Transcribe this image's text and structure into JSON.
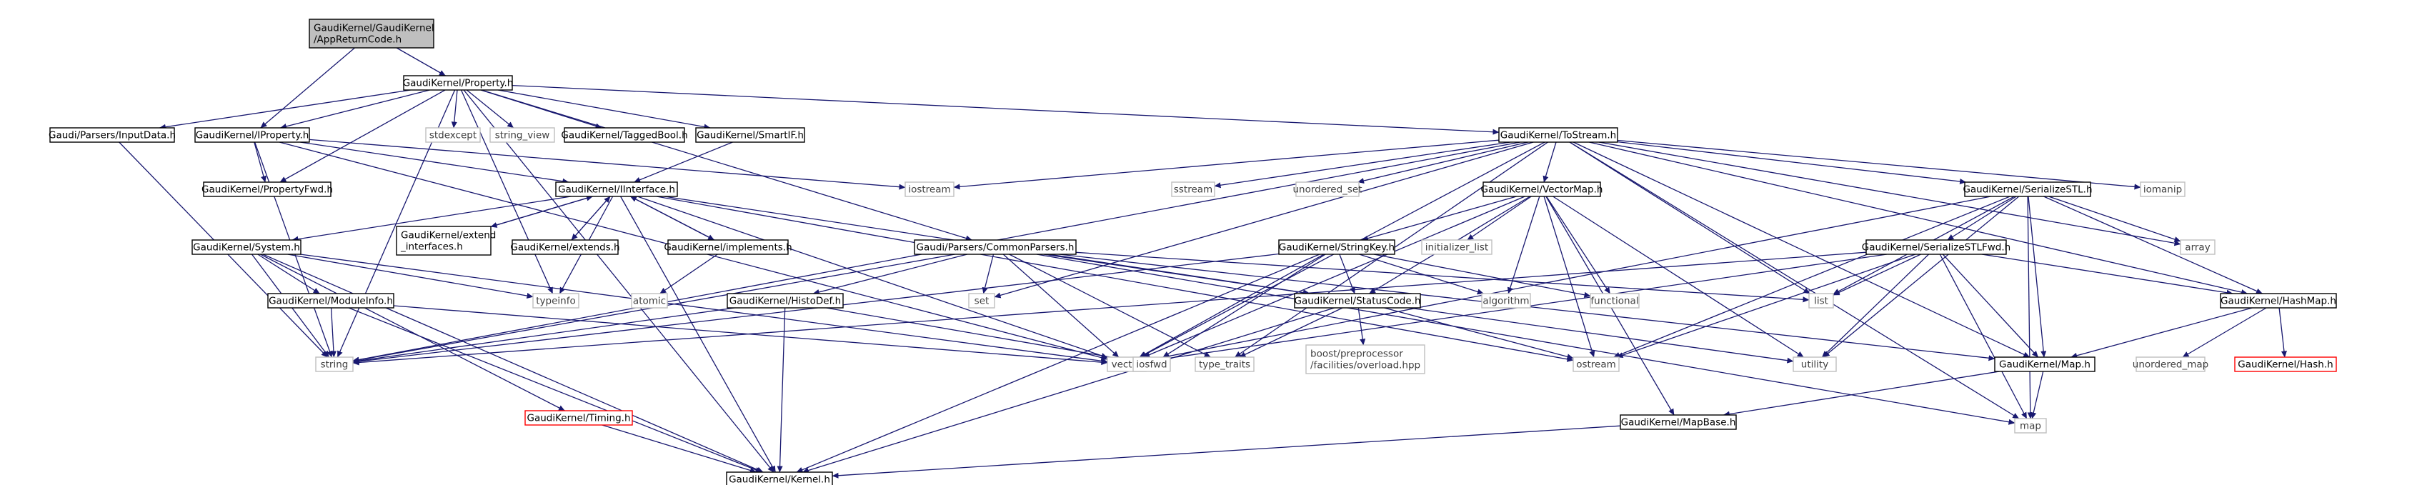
{
  "colors": {
    "edge": "#191970",
    "box_border": "#000000",
    "box_fill": "#ffffff",
    "root_fill": "#bfbfbf",
    "missing_border": "#bfbfbf",
    "missing_text": "#404040",
    "red_border": "#ff0000",
    "text": "#000000"
  },
  "nodes": [
    {
      "id": "apprc",
      "label": "GaudiKernel/GaudiKernel\n/AppReturnCode.h",
      "style": "root"
    },
    {
      "id": "property",
      "label": "GaudiKernel/Property.h",
      "style": "boxed"
    },
    {
      "id": "inputdata",
      "label": "Gaudi/Parsers/InputData.h",
      "style": "boxed"
    },
    {
      "id": "iproperty",
      "label": "GaudiKernel/IProperty.h",
      "style": "boxed"
    },
    {
      "id": "stdexcept",
      "label": "stdexcept",
      "style": "missing"
    },
    {
      "id": "string_view",
      "label": "string_view",
      "style": "missing"
    },
    {
      "id": "taggedbool",
      "label": "GaudiKernel/TaggedBool.h",
      "style": "boxed"
    },
    {
      "id": "smartif",
      "label": "GaudiKernel/SmartIF.h",
      "style": "boxed"
    },
    {
      "id": "tostream",
      "label": "GaudiKernel/ToStream.h",
      "style": "boxed"
    },
    {
      "id": "propertyfwd",
      "label": "GaudiKernel/PropertyFwd.h",
      "style": "boxed"
    },
    {
      "id": "iinterface",
      "label": "GaudiKernel/IInterface.h",
      "style": "boxed"
    },
    {
      "id": "iostream",
      "label": "iostream",
      "style": "missing"
    },
    {
      "id": "sstream",
      "label": "sstream",
      "style": "missing"
    },
    {
      "id": "unordered_set",
      "label": "unordered_set",
      "style": "missing"
    },
    {
      "id": "vectormap",
      "label": "GaudiKernel/VectorMap.h",
      "style": "boxed"
    },
    {
      "id": "serializestl",
      "label": "GaudiKernel/SerializeSTL.h",
      "style": "boxed"
    },
    {
      "id": "iomanip",
      "label": "iomanip",
      "style": "missing"
    },
    {
      "id": "system",
      "label": "GaudiKernel/System.h",
      "style": "boxed"
    },
    {
      "id": "extend_interfaces",
      "label": "GaudiKernel/extend\n_interfaces.h",
      "style": "boxed"
    },
    {
      "id": "extends",
      "label": "GaudiKernel/extends.h",
      "style": "boxed"
    },
    {
      "id": "implements",
      "label": "GaudiKernel/implements.h",
      "style": "boxed"
    },
    {
      "id": "commonparsers",
      "label": "Gaudi/Parsers/CommonParsers.h",
      "style": "boxed"
    },
    {
      "id": "stringkey",
      "label": "GaudiKernel/StringKey.h",
      "style": "boxed"
    },
    {
      "id": "initializer_list",
      "label": "initializer_list",
      "style": "missing"
    },
    {
      "id": "serializestlfwd",
      "label": "GaudiKernel/SerializeSTLFwd.h",
      "style": "boxed"
    },
    {
      "id": "array",
      "label": "array",
      "style": "missing"
    },
    {
      "id": "moduleinfo",
      "label": "GaudiKernel/ModuleInfo.h",
      "style": "boxed"
    },
    {
      "id": "typeinfo",
      "label": "typeinfo",
      "style": "missing"
    },
    {
      "id": "atomic",
      "label": "atomic",
      "style": "missing"
    },
    {
      "id": "histodef",
      "label": "GaudiKernel/HistoDef.h",
      "style": "boxed"
    },
    {
      "id": "set",
      "label": "set",
      "style": "missing"
    },
    {
      "id": "statuscode",
      "label": "GaudiKernel/StatusCode.h",
      "style": "boxed"
    },
    {
      "id": "algorithm",
      "label": "algorithm",
      "style": "missing"
    },
    {
      "id": "functional",
      "label": "functional",
      "style": "missing"
    },
    {
      "id": "list",
      "label": "list",
      "style": "missing"
    },
    {
      "id": "hashmap",
      "label": "GaudiKernel/HashMap.h",
      "style": "boxed"
    },
    {
      "id": "string",
      "label": "string",
      "style": "missing"
    },
    {
      "id": "vector",
      "label": "vector",
      "style": "missing"
    },
    {
      "id": "iosfwd",
      "label": "iosfwd",
      "style": "missing"
    },
    {
      "id": "type_traits",
      "label": "type_traits",
      "style": "missing"
    },
    {
      "id": "boostpp",
      "label": "boost/preprocessor\n/facilities/overload.hpp",
      "style": "missing"
    },
    {
      "id": "ostream",
      "label": "ostream",
      "style": "missing"
    },
    {
      "id": "utility",
      "label": "utility",
      "style": "missing"
    },
    {
      "id": "mapheader",
      "label": "GaudiKernel/Map.h",
      "style": "boxed"
    },
    {
      "id": "unordered_map",
      "label": "unordered_map",
      "style": "missing"
    },
    {
      "id": "hash",
      "label": "GaudiKernel/Hash.h",
      "style": "red"
    },
    {
      "id": "timing",
      "label": "GaudiKernel/Timing.h",
      "style": "red"
    },
    {
      "id": "map",
      "label": "map",
      "style": "missing"
    },
    {
      "id": "mapbase",
      "label": "GaudiKernel/MapBase.h",
      "style": "boxed"
    },
    {
      "id": "kernel",
      "label": "GaudiKernel/Kernel.h",
      "style": "boxed"
    }
  ],
  "edges": [
    [
      "apprc",
      "property"
    ],
    [
      "apprc",
      "iproperty"
    ],
    [
      "property",
      "inputdata"
    ],
    [
      "property",
      "iproperty"
    ],
    [
      "property",
      "stdexcept"
    ],
    [
      "property",
      "string_view"
    ],
    [
      "property",
      "taggedbool"
    ],
    [
      "property",
      "smartif"
    ],
    [
      "property",
      "tostream"
    ],
    [
      "property",
      "propertyfwd"
    ],
    [
      "property",
      "commonparsers"
    ],
    [
      "property",
      "string"
    ],
    [
      "property",
      "typeinfo"
    ],
    [
      "property",
      "kernel"
    ],
    [
      "inputdata",
      "string"
    ],
    [
      "iproperty",
      "propertyfwd"
    ],
    [
      "iproperty",
      "iinterface"
    ],
    [
      "iproperty",
      "iostream"
    ],
    [
      "iproperty",
      "string"
    ],
    [
      "iproperty",
      "vector"
    ],
    [
      "smartif",
      "iinterface"
    ],
    [
      "tostream",
      "iostream"
    ],
    [
      "tostream",
      "sstream"
    ],
    [
      "tostream",
      "unordered_set"
    ],
    [
      "tostream",
      "vectormap"
    ],
    [
      "tostream",
      "serializestl"
    ],
    [
      "tostream",
      "iomanip"
    ],
    [
      "tostream",
      "array"
    ],
    [
      "tostream",
      "set"
    ],
    [
      "tostream",
      "list"
    ],
    [
      "tostream",
      "hashmap"
    ],
    [
      "tostream",
      "string"
    ],
    [
      "tostream",
      "vector"
    ],
    [
      "tostream",
      "type_traits"
    ],
    [
      "tostream",
      "mapheader"
    ],
    [
      "tostream",
      "map"
    ],
    [
      "iinterface",
      "system"
    ],
    [
      "iinterface",
      "extend_interfaces"
    ],
    [
      "iinterface",
      "extends"
    ],
    [
      "iinterface",
      "implements"
    ],
    [
      "iinterface",
      "typeinfo"
    ],
    [
      "iinterface",
      "statuscode"
    ],
    [
      "iinterface",
      "kernel"
    ],
    [
      "iinterface",
      "ostream"
    ],
    [
      "iinterface",
      "vector"
    ],
    [
      "extend_interfaces",
      "iinterface"
    ],
    [
      "extends",
      "iinterface"
    ],
    [
      "implements",
      "iinterface"
    ],
    [
      "implements",
      "atomic"
    ],
    [
      "system",
      "moduleinfo"
    ],
    [
      "system",
      "kernel"
    ],
    [
      "system",
      "string"
    ],
    [
      "system",
      "vector"
    ],
    [
      "system",
      "typeinfo"
    ],
    [
      "system",
      "timing"
    ],
    [
      "moduleinfo",
      "kernel"
    ],
    [
      "moduleinfo",
      "string"
    ],
    [
      "moduleinfo",
      "vector"
    ],
    [
      "commonparsers",
      "histodef"
    ],
    [
      "commonparsers",
      "statuscode"
    ],
    [
      "commonparsers",
      "string"
    ],
    [
      "commonparsers",
      "vector"
    ],
    [
      "commonparsers",
      "set"
    ],
    [
      "commonparsers",
      "list"
    ],
    [
      "commonparsers",
      "map"
    ],
    [
      "commonparsers",
      "mapheader"
    ],
    [
      "commonparsers",
      "type_traits"
    ],
    [
      "histodef",
      "kernel"
    ],
    [
      "histodef",
      "string"
    ],
    [
      "histodef",
      "iosfwd"
    ],
    [
      "vectormap",
      "stringkey"
    ],
    [
      "vectormap",
      "initializer_list"
    ],
    [
      "vectormap",
      "algorithm"
    ],
    [
      "vectormap",
      "functional"
    ],
    [
      "vectormap",
      "ostream"
    ],
    [
      "vectormap",
      "statuscode"
    ],
    [
      "vectormap",
      "utility"
    ],
    [
      "vectormap",
      "vector"
    ],
    [
      "vectormap",
      "mapbase"
    ],
    [
      "stringkey",
      "statuscode"
    ],
    [
      "stringkey",
      "string"
    ],
    [
      "stringkey",
      "functional"
    ],
    [
      "stringkey",
      "algorithm"
    ],
    [
      "stringkey",
      "iosfwd"
    ],
    [
      "stringkey",
      "vector"
    ],
    [
      "stringkey",
      "kernel"
    ],
    [
      "statuscode",
      "kernel"
    ],
    [
      "statuscode",
      "boostpp"
    ],
    [
      "statuscode",
      "ostream"
    ],
    [
      "statuscode",
      "type_traits"
    ],
    [
      "statuscode",
      "utility"
    ],
    [
      "serializestl",
      "serializestlfwd"
    ],
    [
      "serializestl",
      "hashmap"
    ],
    [
      "serializestl",
      "mapheader"
    ],
    [
      "serializestl",
      "array"
    ],
    [
      "serializestl",
      "list"
    ],
    [
      "serializestl",
      "map"
    ],
    [
      "serializestl",
      "ostream"
    ],
    [
      "serializestl",
      "utility"
    ],
    [
      "serializestl",
      "vector"
    ],
    [
      "serializestlfwd",
      "hashmap"
    ],
    [
      "serializestlfwd",
      "mapheader"
    ],
    [
      "serializestlfwd",
      "list"
    ],
    [
      "serializestlfwd",
      "map"
    ],
    [
      "serializestlfwd",
      "utility"
    ],
    [
      "serializestlfwd",
      "vector"
    ],
    [
      "serializestlfwd",
      "string"
    ],
    [
      "serializestlfwd",
      "ostream"
    ],
    [
      "hashmap",
      "mapheader"
    ],
    [
      "hashmap",
      "unordered_map"
    ],
    [
      "hashmap",
      "hash"
    ],
    [
      "mapheader",
      "map"
    ],
    [
      "mapheader",
      "mapbase"
    ],
    [
      "mapbase",
      "kernel"
    ],
    [
      "timing",
      "kernel"
    ]
  ]
}
